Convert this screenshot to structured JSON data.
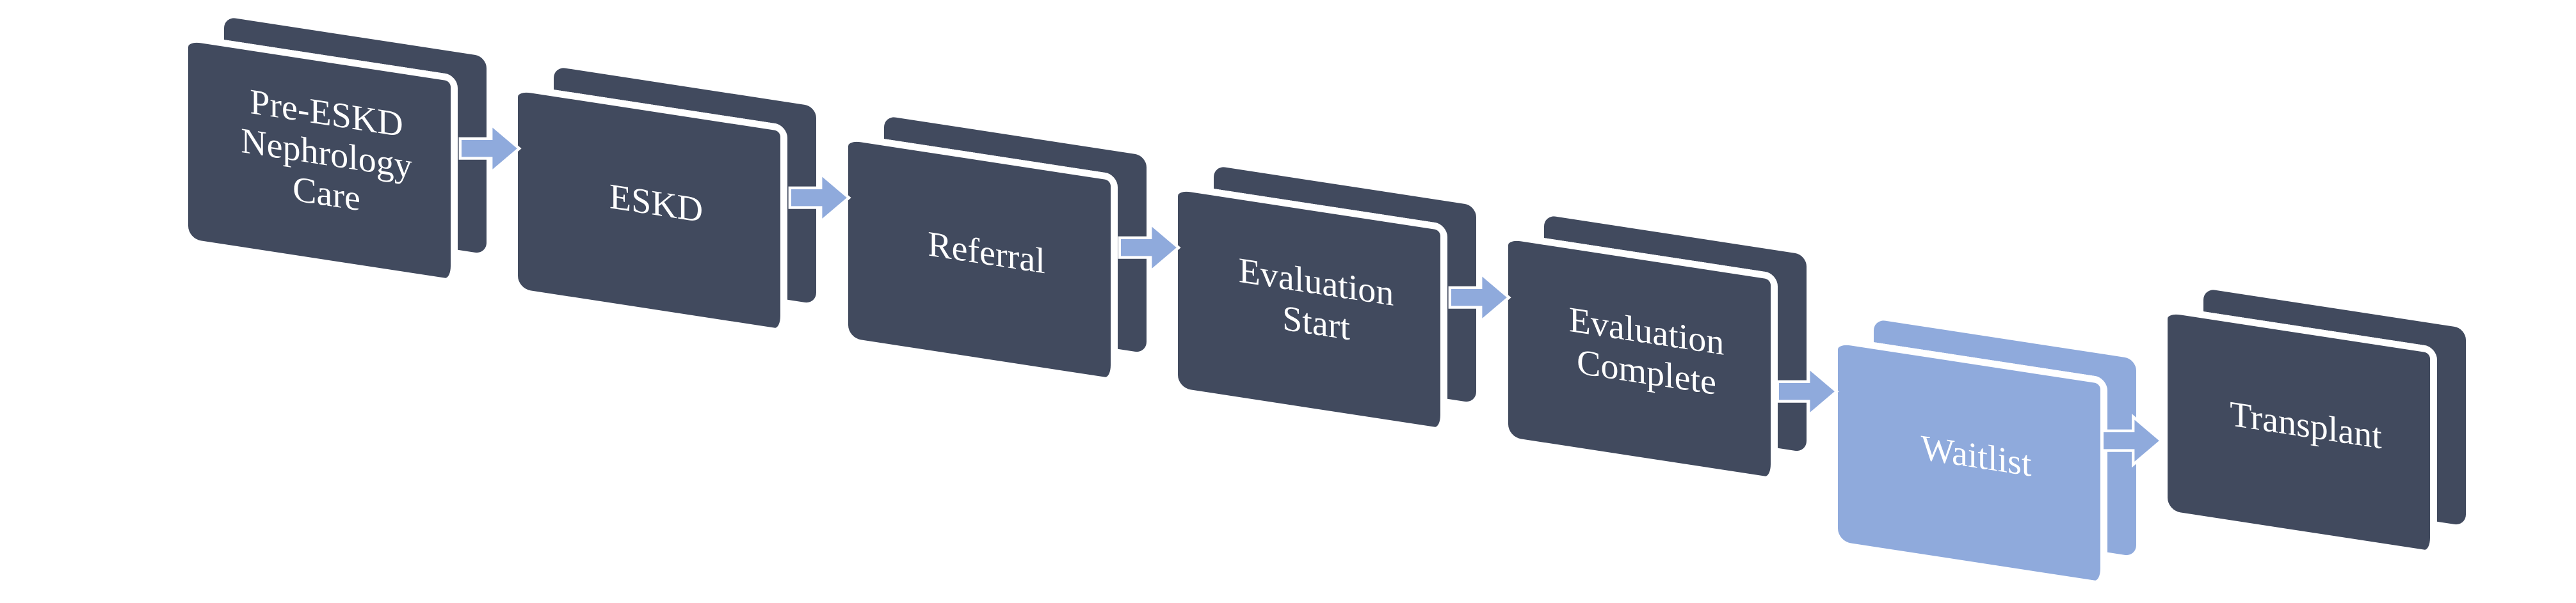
{
  "steps": [
    {
      "label": "Pre-ESKD\nNephrology\nCare",
      "highlight": false
    },
    {
      "label": "ESKD",
      "highlight": false
    },
    {
      "label": "Referral",
      "highlight": false
    },
    {
      "label": "Evaluation\nStart",
      "highlight": false
    },
    {
      "label": "Evaluation\nComplete",
      "highlight": false
    },
    {
      "label": "Waitlist",
      "highlight": true
    },
    {
      "label": "Transplant",
      "highlight": false
    }
  ],
  "colors": {
    "block": "#414a5e",
    "highlight": "#8faadc",
    "arrow": "#8faadc",
    "text": "#ffffff"
  }
}
